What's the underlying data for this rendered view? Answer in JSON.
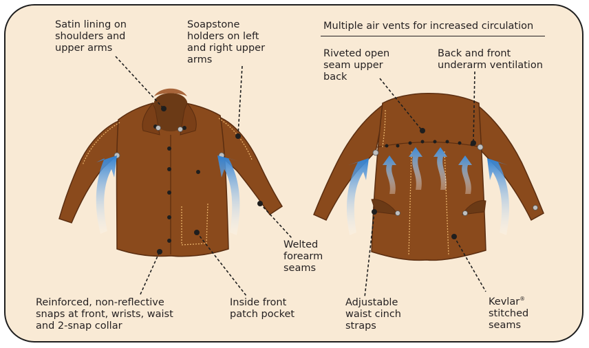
{
  "header": {
    "vents_title": "Multiple air vents for increased circulation"
  },
  "callouts": {
    "satin_lining": "Satin lining on\nshoulders and\nupper arms",
    "soapstone": "Soapstone\nholders on left\nand right upper\narms",
    "riveted": "Riveted open\nseam upper\nback",
    "underarm": "Back and front\nunderarm ventilation",
    "welted": "Welted\nforearm\nseams",
    "snaps": "Reinforced, non-reflective\nsnaps at front, wrists, waist\nand 2-snap collar",
    "pocket": "Inside front\npatch pocket",
    "cinch": "Adjustable\nwaist cinch\nstraps",
    "kevlar_name": "Kevlar",
    "kevlar_mark": "®",
    "kevlar_rest": "stitched\nseams"
  },
  "colors": {
    "panel_bg": "#f9ead5",
    "leather": "#8a4a1c",
    "leather_dark": "#5a2d10",
    "stitch": "#e8b26a",
    "airflow": "#2f7fd0"
  }
}
